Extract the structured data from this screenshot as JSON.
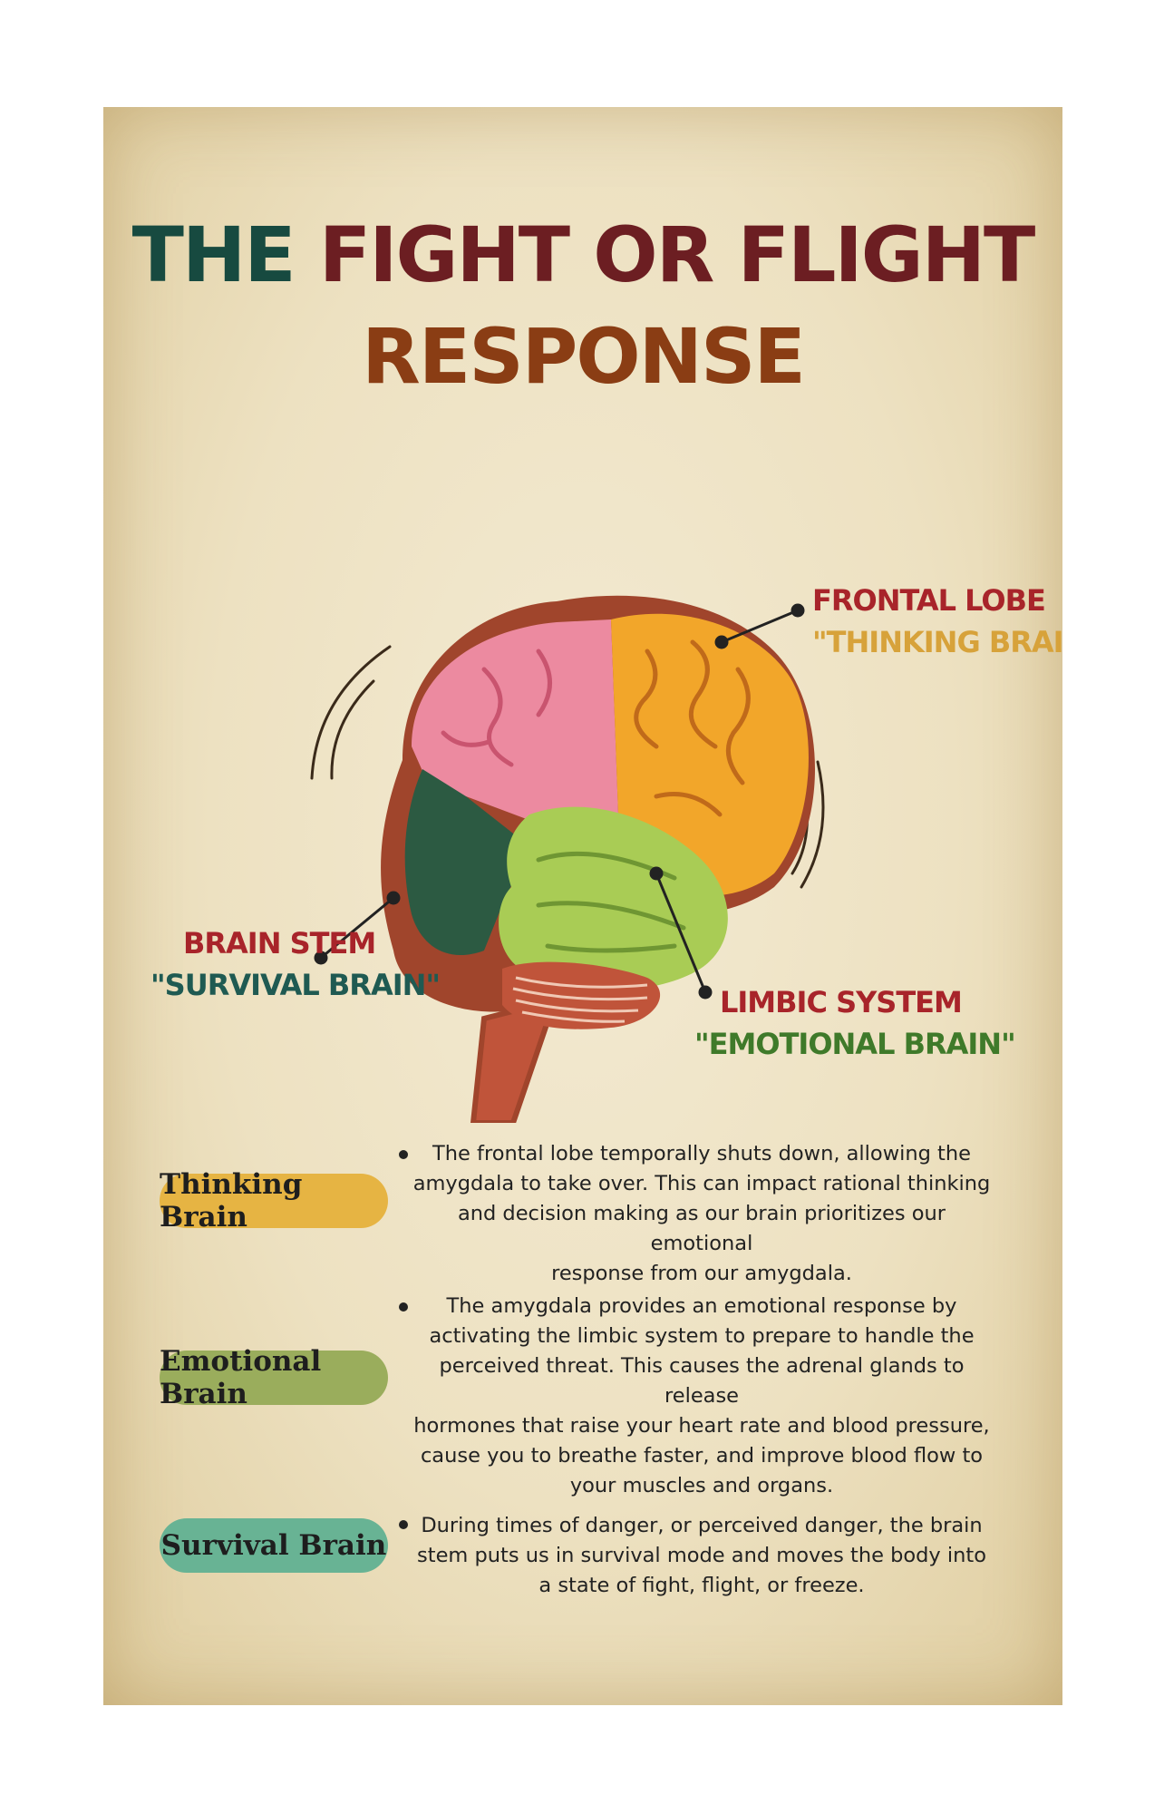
{
  "title": {
    "word_the": "THE",
    "word_fight_or_flight": "FIGHT OR FLIGHT",
    "line2": "RESPONSE"
  },
  "colors": {
    "the": "#174a40",
    "fight_or_flight": "#6c1e22",
    "response": "#8a3d14",
    "frontal_lobe": "#f2a62a",
    "parietal": "#ec8aa0",
    "occipital": "#2c5a42",
    "limbic": "#a9cc55",
    "brain_stem": "#c0543a",
    "brain_outline": "#a0452c"
  },
  "callouts": {
    "frontal": {
      "name": "FRONTAL LOBE",
      "nickname": "\"THINKING BRAIN\""
    },
    "stem": {
      "name": "BRAIN STEM",
      "nickname": "\"SURVIVAL BRAIN\""
    },
    "limbic": {
      "name": "LIMBIC SYSTEM",
      "nickname": "\"EMOTIONAL BRAIN\""
    }
  },
  "legend": {
    "thinking": {
      "label": "Thinking Brain",
      "color": "#e6b443",
      "lines": [
        "The frontal lobe temporally shuts down, allowing the",
        "amygdala to take over. This can impact rational thinking",
        "and decision making as our brain prioritizes our emotional",
        "response from our amygdala."
      ]
    },
    "emotional": {
      "label": "Emotional Brain",
      "color": "#9aad5c",
      "lines": [
        "The amygdala provides an emotional response by",
        "activating the limbic system to prepare to handle the",
        "perceived threat. This causes the adrenal glands to release",
        "hormones that raise your heart rate and blood pressure,",
        "cause you to breathe faster, and improve blood flow to",
        "your muscles and organs."
      ]
    },
    "survival": {
      "label": "Survival Brain",
      "color": "#68b394",
      "lines": [
        "During times of danger, or perceived danger, the brain",
        "stem puts us in survival mode and moves the body into",
        "a state of fight, flight, or freeze."
      ]
    }
  }
}
